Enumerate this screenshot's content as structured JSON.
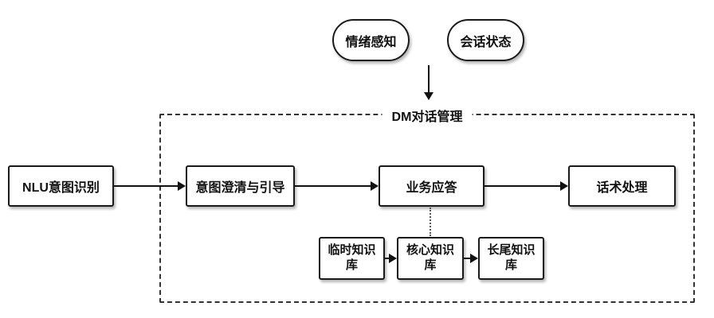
{
  "diagram": {
    "container_title": "DM对话管理",
    "inputs": [
      {
        "label": "情绪感知"
      },
      {
        "label": "会话状态"
      }
    ],
    "pipeline": [
      {
        "label": "NLU意图识别"
      },
      {
        "label": "意图澄清与引导"
      },
      {
        "label": "业务应答"
      },
      {
        "label": "话术处理"
      }
    ],
    "knowledge_bases": [
      {
        "label": "临时知识库"
      },
      {
        "label": "核心知识库"
      },
      {
        "label": "长尾知识库"
      }
    ],
    "colors": {
      "node_border": "#1a1a1a",
      "node_fill": "#ffffff",
      "dashed_border": "#333333",
      "arrow": "#111111",
      "text": "#111111",
      "background": "#ffffff"
    }
  }
}
